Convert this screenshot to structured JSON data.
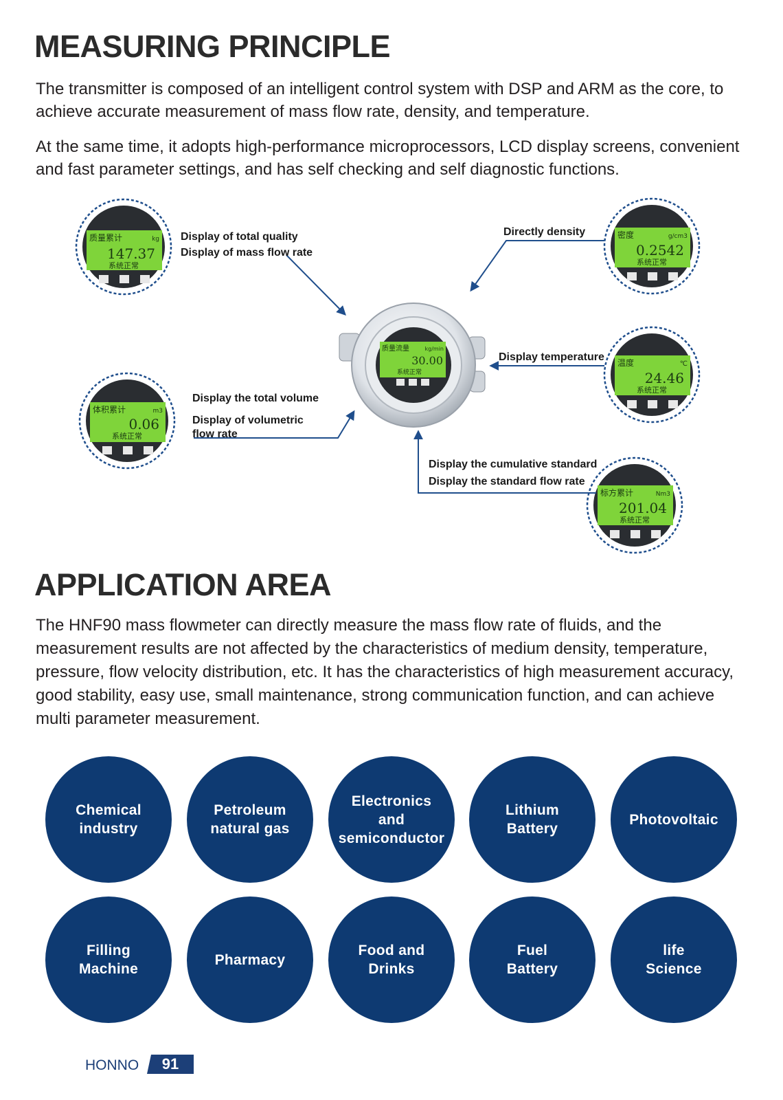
{
  "measuring": {
    "title": "MEASURING PRINCIPLE",
    "para1": "The transmitter is composed of an intelligent control system with DSP and ARM as the core, to achieve accurate measurement of mass flow rate, density, and temperature.",
    "para2": "At the same time, it adopts high-performance microprocessors, LCD display screens, convenient and fast parameter settings, and has self checking and self diagnostic functions."
  },
  "callouts": {
    "mass_line1": "Display of total quality",
    "mass_line2": "Display of mass flow rate",
    "density": "Directly density",
    "temperature": "Display temperature",
    "volume_line1": "Display the total volume",
    "volume_line2a": "Display of volumetric",
    "volume_line2b": "flow rate",
    "standard_line1": "Display the cumulative standard",
    "standard_line2": "Display the standard flow rate"
  },
  "displays": {
    "mass": {
      "label": "质量累计",
      "unit": "kg",
      "value": "147.37",
      "status": "系统正常"
    },
    "density": {
      "label": "密度",
      "unit": "g/cm3",
      "value": "0.2542",
      "status": "系统正常"
    },
    "center": {
      "label": "质量流量",
      "unit": "kg/min",
      "value": "30.00",
      "status": "系统正常"
    },
    "temperature": {
      "label": "温度",
      "unit": "℃",
      "value": "24.46",
      "status": "系统正常"
    },
    "volume": {
      "label": "体积累计",
      "unit": "m3",
      "value": "0.06",
      "status": "系统正常"
    },
    "standard": {
      "label": "标方累计",
      "unit": "Nm3",
      "value": "201.04",
      "status": "系统正常"
    }
  },
  "application": {
    "title": "APPLICATION AREA",
    "para": "The HNF90 mass flowmeter can directly measure the mass flow rate of fluids, and the measurement results are not affected by the characteristics of medium density, temperature, pressure, flow velocity distribution, etc. It has the characteristics of high measurement accuracy, good stability, easy use, small maintenance, strong communication function, and can achieve multi parameter measurement.",
    "areas": [
      {
        "line1": "Chemical",
        "line2": "industry"
      },
      {
        "line1": "Petroleum",
        "line2": "natural gas"
      },
      {
        "line1": "Electronics and",
        "line2": "semiconductor"
      },
      {
        "line1": "Lithium Battery",
        "line2": ""
      },
      {
        "line1": "Photovoltaic",
        "line2": ""
      },
      {
        "line1": "Filling Machine",
        "line2": ""
      },
      {
        "line1": "Pharmacy",
        "line2": ""
      },
      {
        "line1": "Food and",
        "line2": "Drinks"
      },
      {
        "line1": "Fuel",
        "line2": "Battery"
      },
      {
        "line1": "life",
        "line2": "Science"
      }
    ]
  },
  "colors": {
    "navy": "#0e3a72",
    "lcd_green": "#7fd43a",
    "arrow": "#1f4e8c"
  },
  "footer": {
    "brand": "HONNO",
    "page": "91"
  }
}
